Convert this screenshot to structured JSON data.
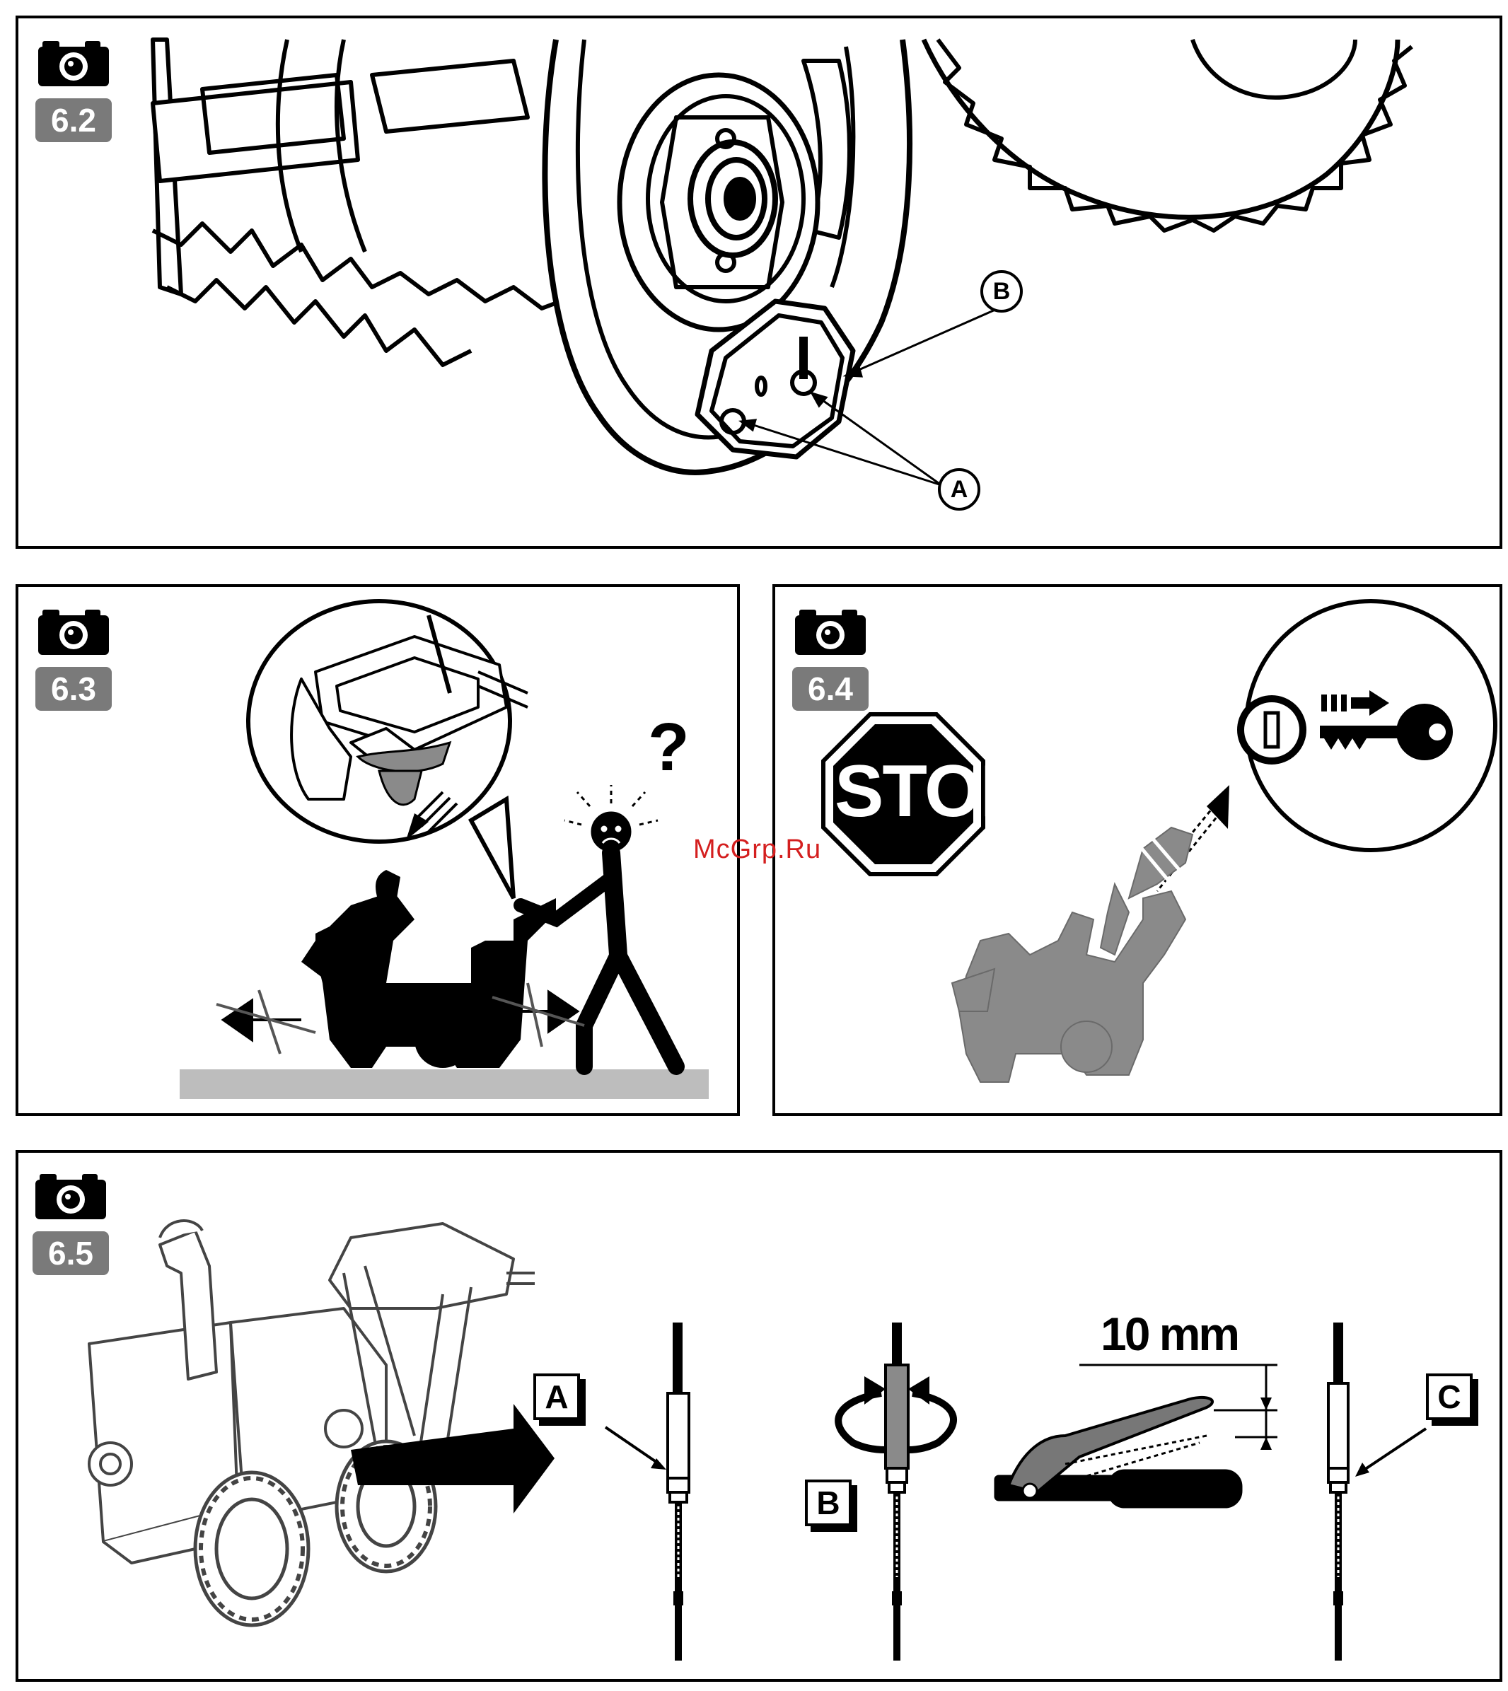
{
  "panels": {
    "p62": {
      "label": "6.2",
      "callouts": {
        "a": "A",
        "b": "B"
      }
    },
    "p63": {
      "label": "6.3",
      "mark": "?"
    },
    "p64": {
      "label": "6.4",
      "sign": "STOP"
    },
    "p65": {
      "label": "6.5",
      "steps": {
        "a": "A",
        "b": "B",
        "c": "C"
      },
      "gap": "10 mm"
    }
  },
  "watermark": "McGrp.Ru",
  "icons": [
    "camera-icon",
    "stop-sign-icon",
    "key-icon",
    "ignition-icon",
    "rotate-arrow-icon"
  ],
  "colors": {
    "line": "#000000",
    "badge": "#7a7a7a",
    "ground": "#bdbdbd",
    "silhouette": "#8a8a8a",
    "watermark": "#d41f1f"
  }
}
